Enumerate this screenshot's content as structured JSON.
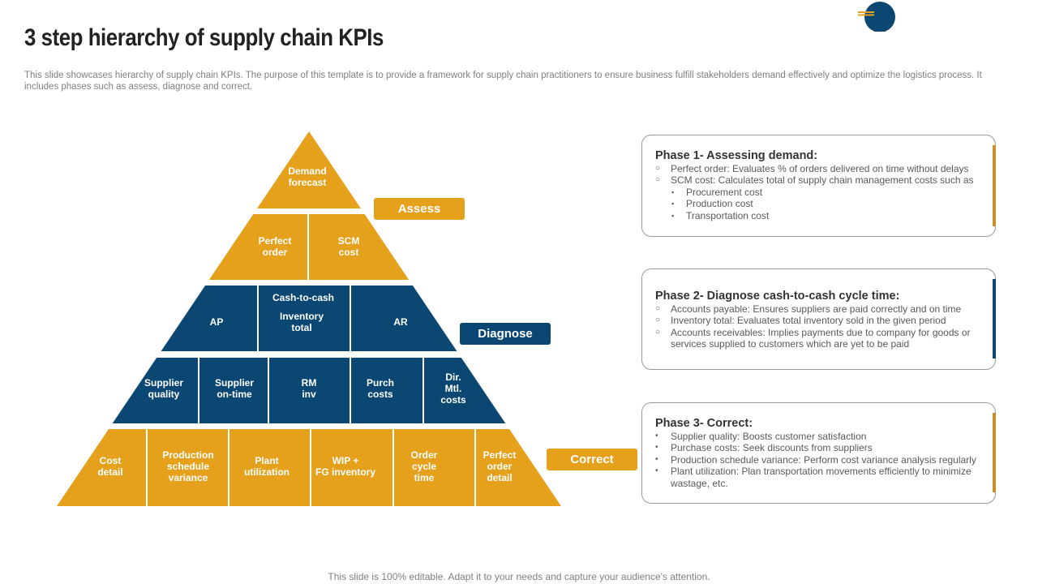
{
  "title": "3 step hierarchy of supply chain KPIs",
  "subtitle": "This slide showcases hierarchy of supply chain KPIs. The purpose of this template is to provide a framework for supply chain practitioners to ensure business fulfill stakeholders demand effectively and optimize the logistics process. It includes phases such as assess, diagnose and correct.",
  "colors": {
    "gold": "#E5A11C",
    "navy": "#0B4773"
  },
  "pyramid": {
    "level1": [
      "Demand forecast"
    ],
    "level2": [
      "Perfect order",
      "SCM cost"
    ],
    "level3": {
      "header": "Cash-to-cash",
      "cells": [
        "AP",
        "Inventory total",
        "AR"
      ]
    },
    "level4": [
      "Supplier quality",
      "Supplier on-time",
      "RM inv",
      "Purch costs",
      "Dir. Mtl. costs"
    ],
    "level5": [
      "Cost detail",
      "Production schedule variance",
      "Plant utilization",
      "WIP + FG inventory",
      "Order cycle time",
      "Perfect order detail"
    ]
  },
  "tags": {
    "assess": "Assess",
    "diagnose": "Diagnose",
    "correct": "Correct"
  },
  "phases": [
    {
      "title": "Phase 1- Assessing demand:",
      "items": [
        {
          "marker": "○",
          "text": "Perfect order: Evaluates % of orders delivered on time without delays",
          "level": 1
        },
        {
          "marker": "○",
          "text": "SCM cost: Calculates total of supply chain management costs such as",
          "level": 1
        },
        {
          "marker": "▪",
          "text": "Procurement cost",
          "level": 2
        },
        {
          "marker": "▪",
          "text": "Production cost",
          "level": 2
        },
        {
          "marker": "▪",
          "text": "Transportation cost",
          "level": 2
        }
      ]
    },
    {
      "title": "Phase 2- Diagnose cash-to-cash cycle time:",
      "items": [
        {
          "marker": "○",
          "text": "Accounts payable: Ensures suppliers are paid correctly and on time",
          "level": 1
        },
        {
          "marker": "○",
          "text": "Inventory total: Evaluates total inventory sold in the given period",
          "level": 1
        },
        {
          "marker": "○",
          "text": "Accounts receivables: Implies payments due to company for goods or services supplied to customers which are yet to be paid",
          "level": 1
        }
      ]
    },
    {
      "title": "Phase 3- Correct:",
      "items": [
        {
          "marker": "•",
          "text": "Supplier quality: Boosts customer satisfaction",
          "level": 1
        },
        {
          "marker": "•",
          "text": "Purchase costs: Seek discounts from suppliers",
          "level": 1
        },
        {
          "marker": "•",
          "text": "Production schedule variance: Perform cost variance analysis regularly",
          "level": 1
        },
        {
          "marker": "•",
          "text": "Plant utilization: Plan transportation movements efficiently to minimize wastage, etc.",
          "level": 1
        }
      ]
    }
  ],
  "footer": "This slide is 100% editable. Adapt it to your needs and capture your audience's attention."
}
